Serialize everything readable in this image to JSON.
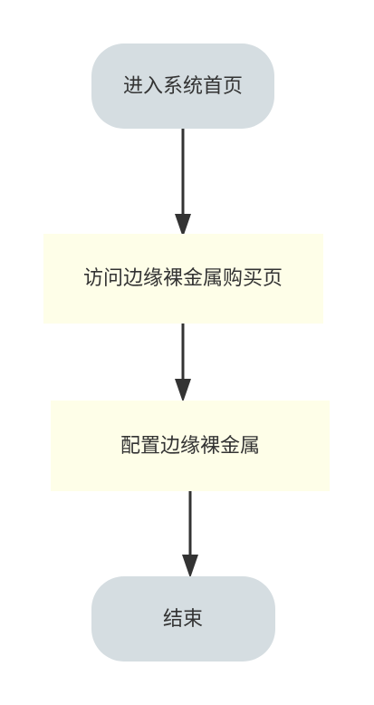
{
  "diagram": {
    "nodes": [
      {
        "id": "start",
        "label": "进入系统首页",
        "shape": "terminal"
      },
      {
        "id": "step1",
        "label": "访问边缘裸金属购买页",
        "shape": "process"
      },
      {
        "id": "step2",
        "label": "配置边缘裸金属",
        "shape": "process"
      },
      {
        "id": "end",
        "label": "结束",
        "shape": "terminal"
      }
    ],
    "edges": [
      {
        "from": "start",
        "to": "step1"
      },
      {
        "from": "step1",
        "to": "step2"
      },
      {
        "from": "step2",
        "to": "end"
      }
    ]
  },
  "colors": {
    "terminal_fill": "#d5dde1",
    "process_fill": "#fefee8",
    "arrow": "#333333",
    "text": "#333333"
  }
}
